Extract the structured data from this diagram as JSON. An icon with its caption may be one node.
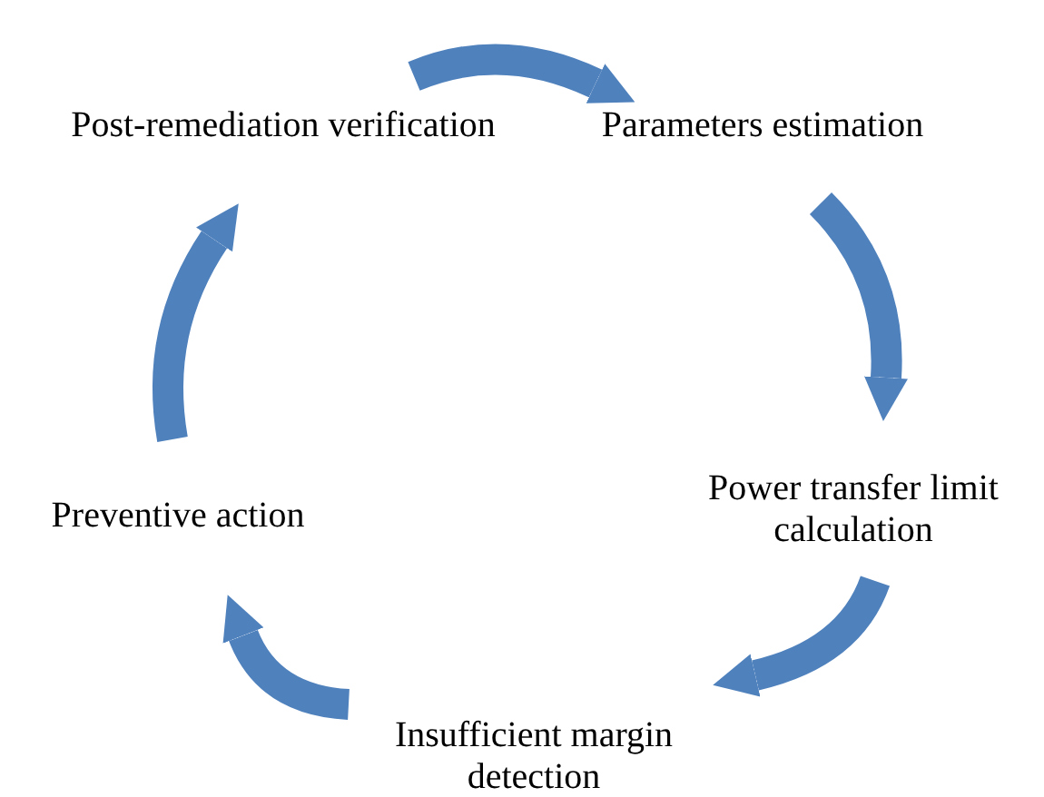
{
  "diagram": {
    "nodes": [
      {
        "text": [
          "Parameters estimation"
        ]
      },
      {
        "text": [
          "Power transfer limit calculation"
        ]
      },
      {
        "text": [
          "Insufficient margin detection"
        ]
      },
      {
        "text": [
          "Preventive action"
        ]
      },
      {
        "text": [
          "Post-remediation verification"
        ]
      }
    ],
    "edges": [
      {
        "from": 4,
        "to": 0,
        "arrow": "to"
      },
      {
        "from": 0,
        "to": 1,
        "arrow": "to"
      },
      {
        "from": 1,
        "to": 2,
        "arrow": "to"
      },
      {
        "from": 2,
        "to": 3,
        "arrow": "to"
      },
      {
        "from": 3,
        "to": 4,
        "arrow": "to"
      }
    ]
  }
}
